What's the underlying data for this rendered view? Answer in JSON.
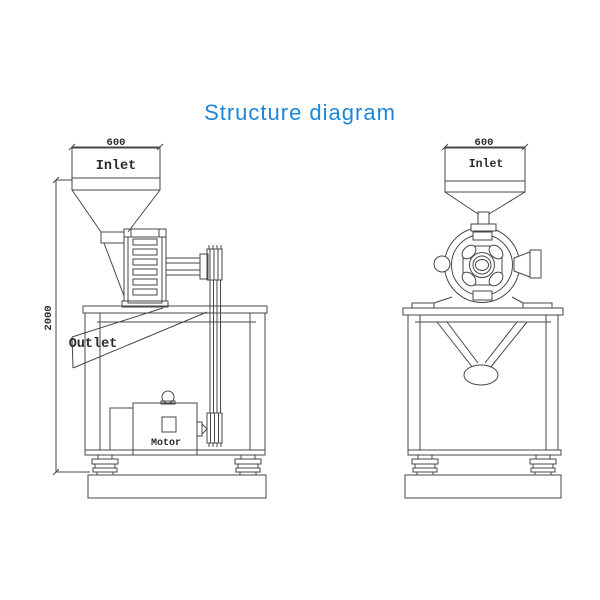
{
  "title": {
    "text": "Structure diagram"
  },
  "front_view": {
    "dim_width": "600",
    "dim_height": "2000",
    "inlet": "Inlet",
    "outlet": "Outlet",
    "motor": "Motor"
  },
  "side_view": {
    "dim_width": "600",
    "inlet": "Inlet"
  },
  "colors": {
    "title_accent": "#1e86d8",
    "line": "#474747",
    "text": "#2b2b2b",
    "background": "#ffffff"
  }
}
